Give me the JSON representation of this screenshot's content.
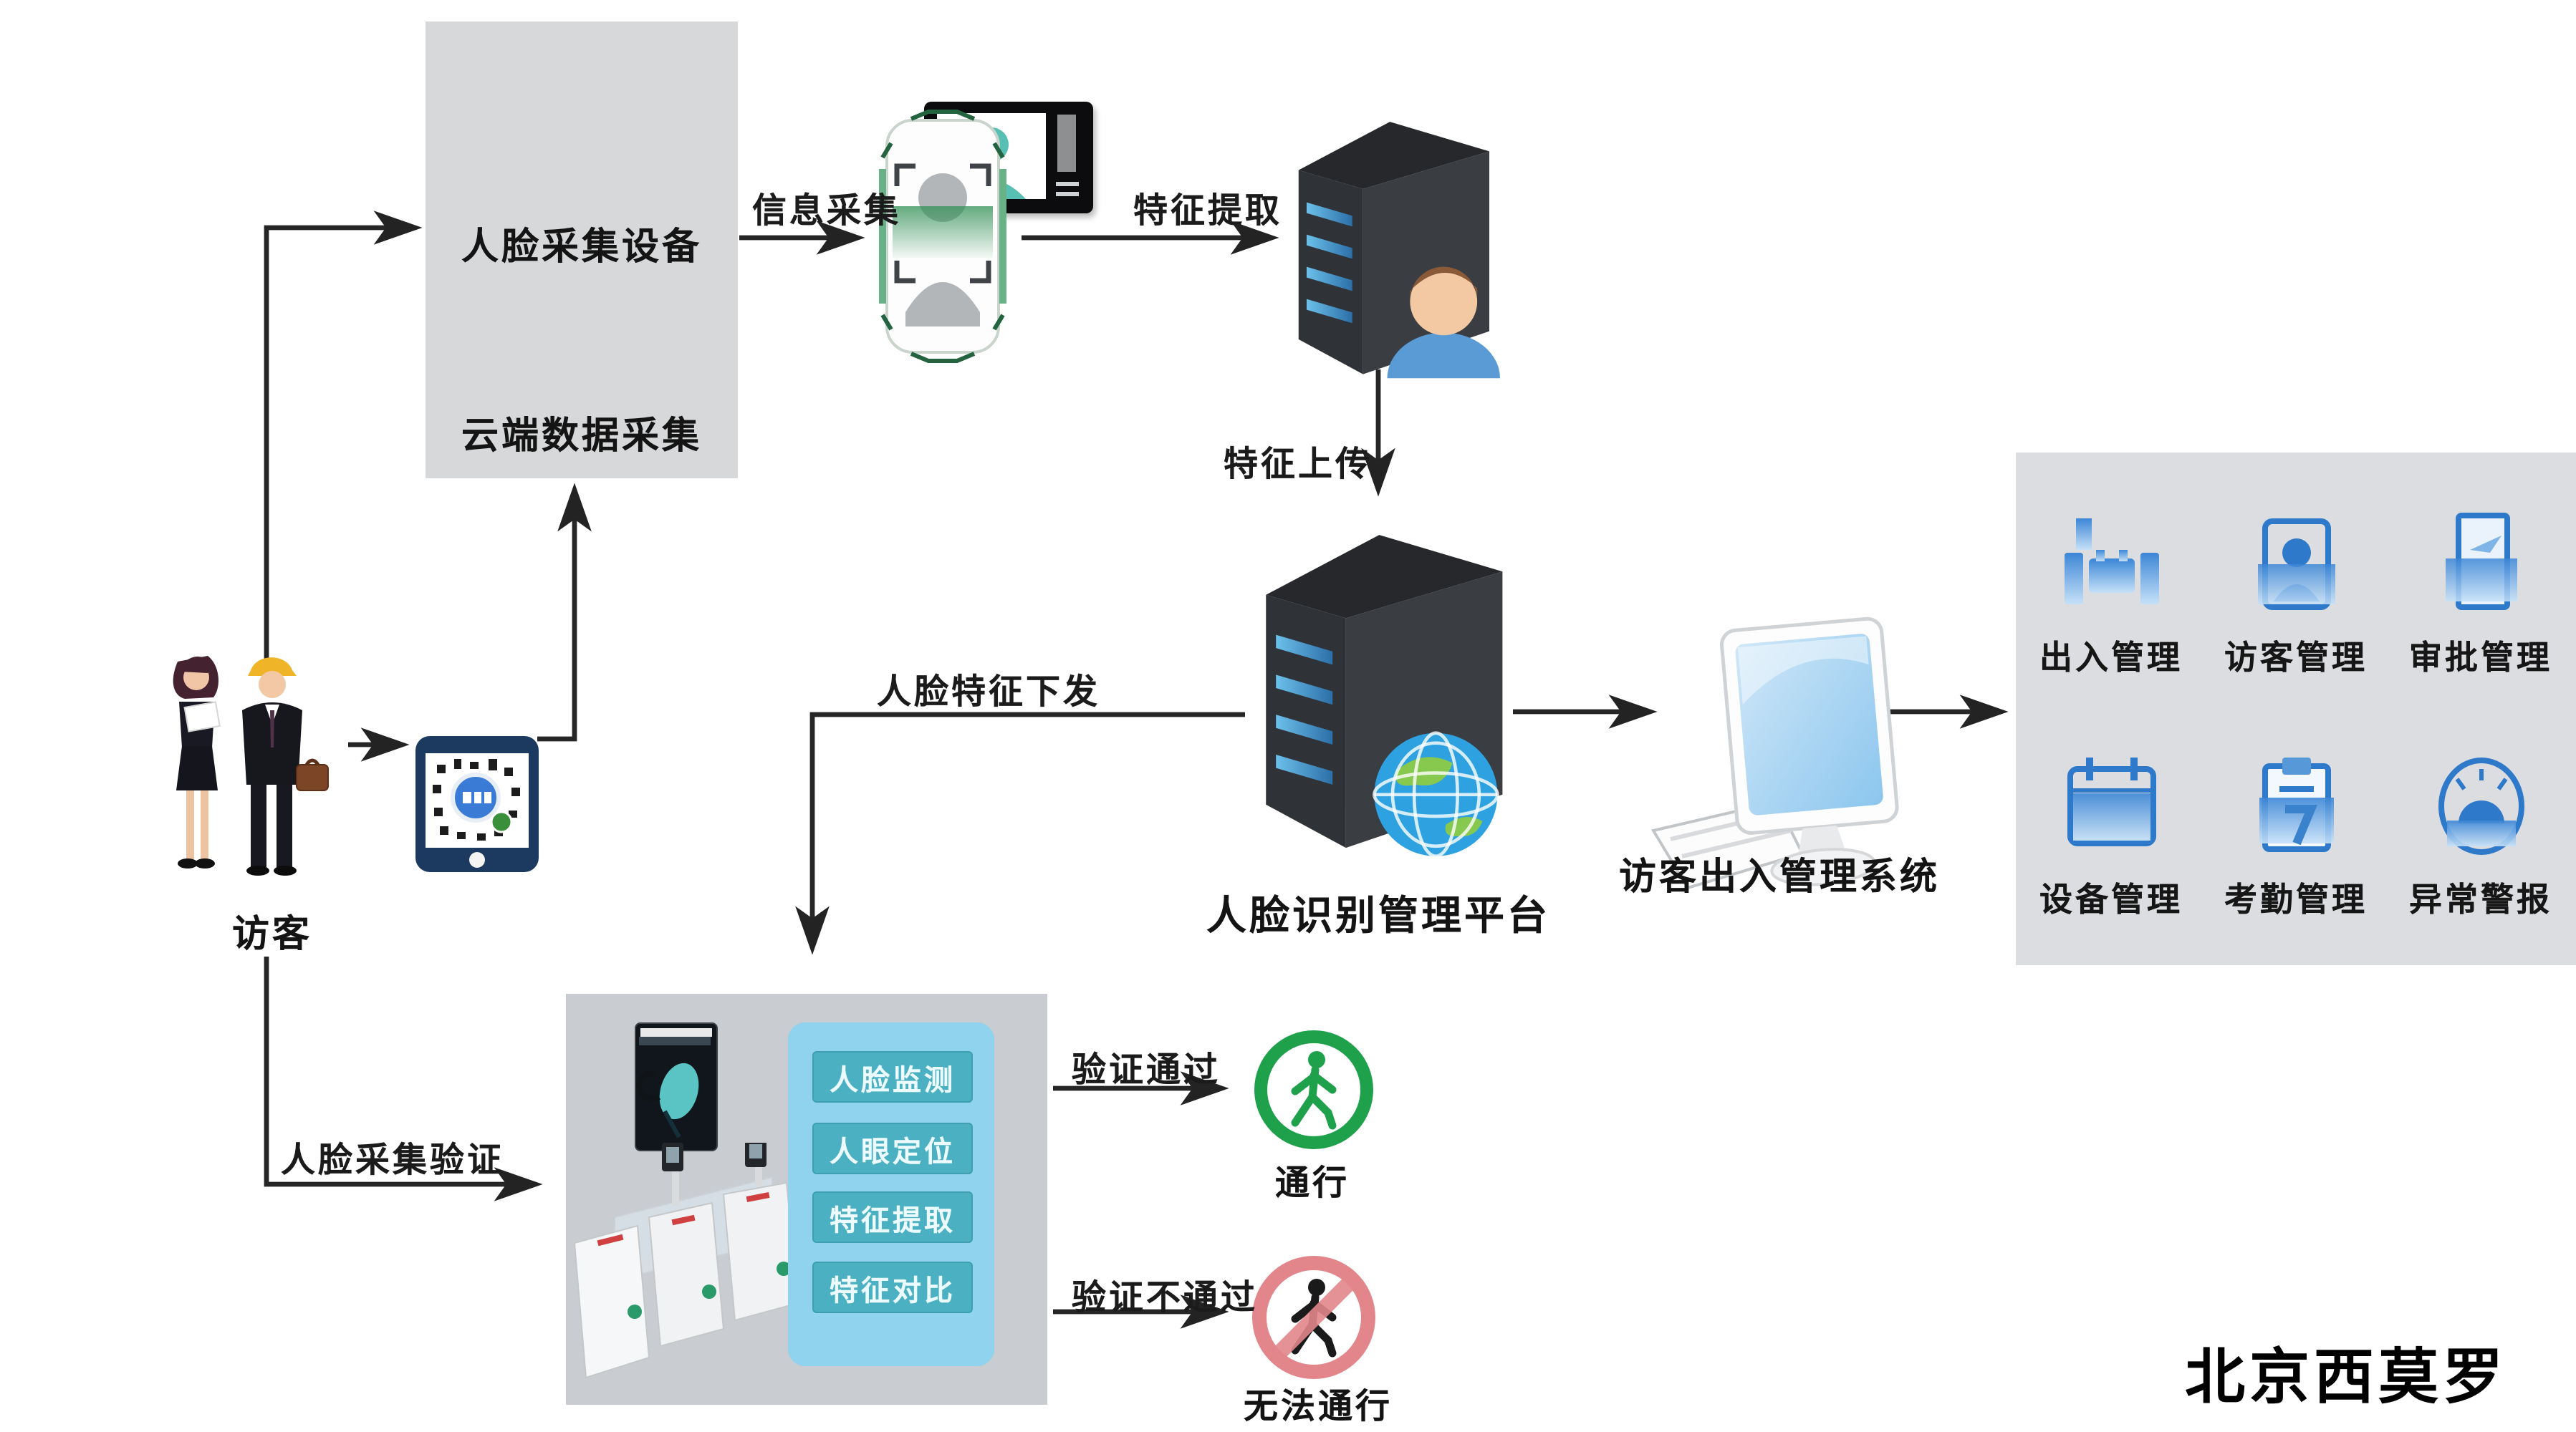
{
  "brand": "北京西莫罗",
  "cloud_box": {
    "device_label": "人脸采集设备",
    "label": "云端数据采集"
  },
  "visitors": {
    "label": "访客"
  },
  "flow": {
    "info_collect": "信息采集",
    "feature_extract": "特征提取",
    "feature_upload": "特征上传",
    "feature_dispatch": "人脸特征下发",
    "collect_verify": "人脸采集验证",
    "verify_pass": "验证通过",
    "verify_fail": "验证不通过"
  },
  "platform": {
    "label": "人脸识别管理平台"
  },
  "system": {
    "label": "访客出入管理系统"
  },
  "gate_box": {
    "steps": [
      "人脸监测",
      "人眼定位",
      "特征提取",
      "特征对比"
    ]
  },
  "result": {
    "pass": "通行",
    "fail": "无法通行"
  },
  "panel": {
    "items": [
      {
        "label": "出入管理",
        "icon": "turnstile-icon"
      },
      {
        "label": "访客管理",
        "icon": "visitor-badge-icon"
      },
      {
        "label": "审批管理",
        "icon": "approval-icon"
      },
      {
        "label": "设备管理",
        "icon": "device-icon"
      },
      {
        "label": "考勤管理",
        "icon": "attendance-icon"
      },
      {
        "label": "异常警报",
        "icon": "alarm-icon"
      }
    ]
  },
  "colors": {
    "accent_blue": "#3b82cd",
    "pass_green": "#1fa14b",
    "fail_red": "#e2868c",
    "teal": "#57bfb4",
    "panel_button_teal": "#4bb1c2",
    "gate_panel_blue": "#8fd3ef",
    "box_gray": "#d6d8da"
  }
}
